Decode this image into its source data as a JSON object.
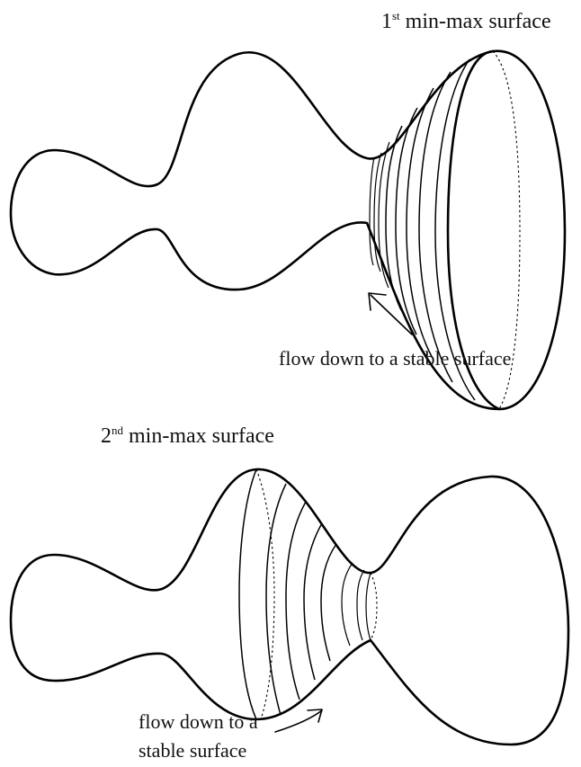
{
  "top_panel": {
    "title_number": "1",
    "title_suffix": "st",
    "title_rest": " min-max surface",
    "arrow_caption": "flow down to a stable surface"
  },
  "bottom_panel": {
    "title_number": "2",
    "title_suffix": "nd",
    "title_rest": " min-max surface",
    "arrow_caption_line1": "flow down to a",
    "arrow_caption_line2": "stable surface"
  },
  "colors": {
    "ink": "#000000",
    "background": "#ffffff"
  }
}
